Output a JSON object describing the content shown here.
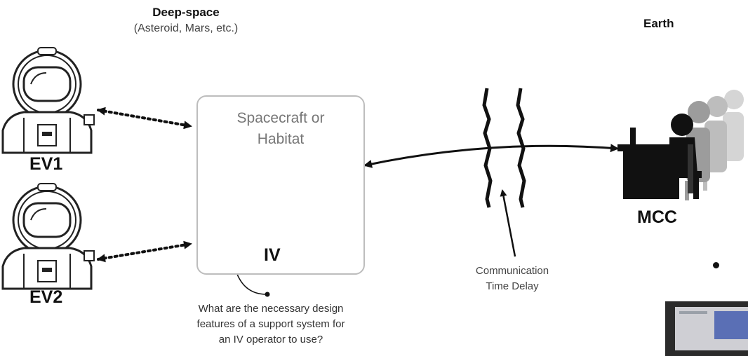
{
  "header": {
    "deep_space_title": "Deep-space",
    "deep_space_subtitle": "(Asteroid, Mars, etc.)",
    "earth_title": "Earth"
  },
  "crew": {
    "ev1_label": "EV1",
    "ev2_label": "EV2",
    "iv_label": "IV",
    "mcc_label": "MCC"
  },
  "habitat_box": {
    "title_line1": "Spacecraft or",
    "title_line2": "Habitat"
  },
  "annotations": {
    "delay_line1": "Communication",
    "delay_line2": "Time Delay",
    "question_line1": "What are the necessary design",
    "question_line2": "features of a support system for",
    "question_line3": "an IV operator to use?"
  },
  "icons": {
    "astronaut": "astronaut-icon",
    "operator": "operator-icon",
    "mission_control": "mission-control-icon",
    "bullet": "bullet-dot"
  }
}
